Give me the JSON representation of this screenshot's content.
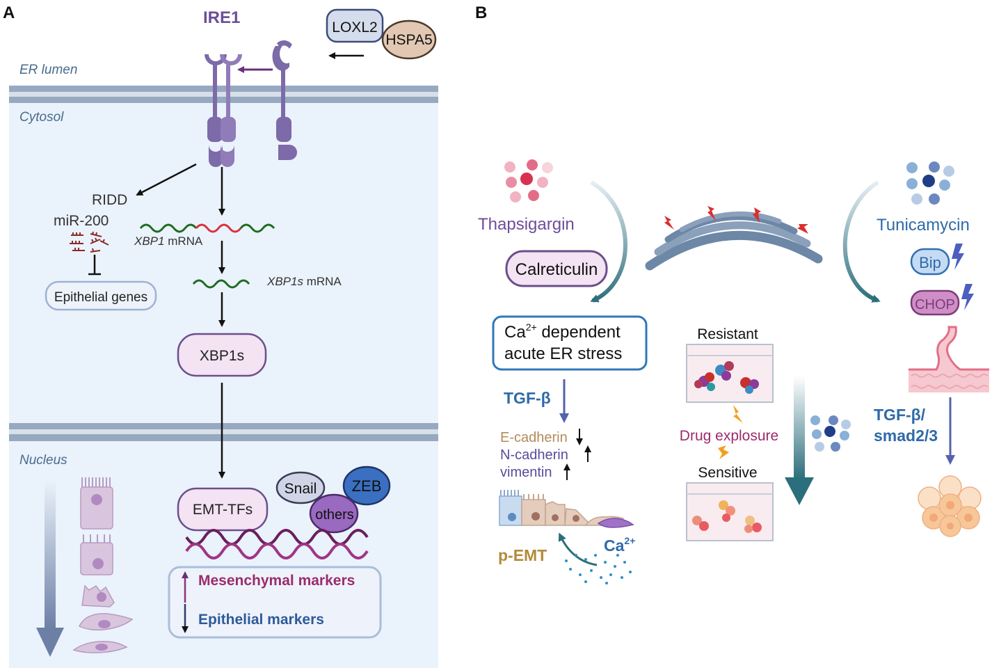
{
  "panel_a": {
    "letter": "A",
    "ire1_label": "IRE1",
    "loxl2": "LOXL2",
    "hspa5": "HSPA5",
    "er_lumen": "ER lumen",
    "cytosol": "Cytosol",
    "nucleus": "Nucleus",
    "ridd": "RIDD",
    "mir200": "miR-200",
    "epithelial_genes": "Epithelial genes",
    "xbp1_mrna_italic": "XBP1",
    "xbp1_mrna_suffix": " mRNA",
    "xbp1s_mrna_italic": "XBP1s",
    "xbp1s_mrna_suffix": " mRNA",
    "xbp1s_protein": "XBP1s",
    "emt_tfs": "EMT-TFs",
    "snail": "Snail",
    "zeb": "ZEB",
    "others": "others",
    "mesenchymal_markers": "Mesenchymal markers",
    "epithelial_markers": "Epithelial markers"
  },
  "panel_b": {
    "letter": "B",
    "thapsigargin": "Thapsigargin",
    "calreticulin": "Calreticulin",
    "ca_box_prefix": "Ca",
    "ca_box_sup": "2+",
    "ca_box_line1_rest": " dependent",
    "ca_box_line2": "acute ER stress",
    "tgfb": "TGF-β",
    "e_cadherin": "E-cadherin",
    "n_cadherin": "N-cadherin",
    "vimentin": "vimentin",
    "p_emt": "p-EMT",
    "ca_label": "Ca",
    "ca_sup": "2+",
    "resistant": "Resistant",
    "drug_exposure": "Drug explosure",
    "sensitive": "Sensitive",
    "tunicamycin": "Tunicamycin",
    "bip": "Bip",
    "chop": "CHOP",
    "tgfb_smad_line1": "TGF-β/",
    "tgfb_smad_line2": "smad2/3"
  },
  "colors": {
    "purple_receptor": "#7d6aa8",
    "panel_bg": "#eaf2fb",
    "membrane": "#97a9c0",
    "teal_arrow": "#2c6f7c",
    "blue_text": "#2f6aa8",
    "magenta": "#9b2c6e",
    "orange_text": "#b48a3a"
  }
}
